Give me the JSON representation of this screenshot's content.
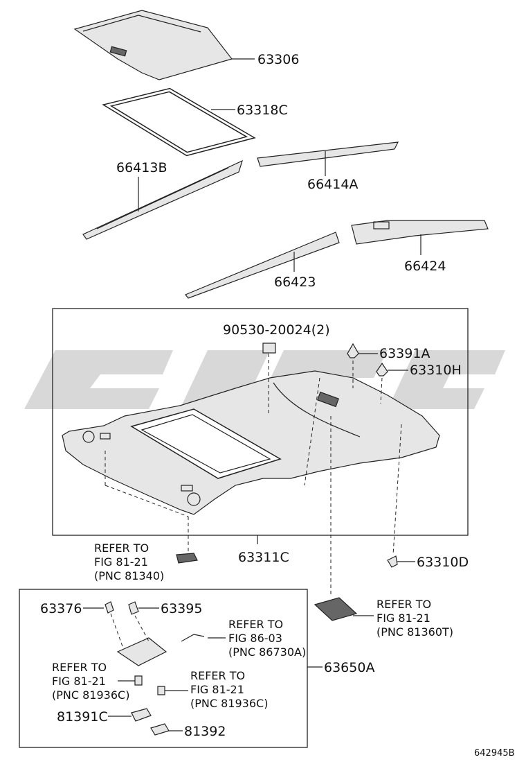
{
  "labels": {
    "p63306": "63306",
    "p63318C": "63318C",
    "p66413B": "66413B",
    "p66414A": "66414A",
    "p66423": "66423",
    "p66424": "66424",
    "p90530": "90530-20024(2)",
    "p63391A": "63391A",
    "p63310H": "63310H",
    "p63311C": "63311C",
    "p63310D": "63310D",
    "p63376": "63376",
    "p63395": "63395",
    "p63650A": "63650A",
    "p81391C": "81391C",
    "p81392": "81392"
  },
  "refs": {
    "r1": [
      "REFER TO",
      "FIG 81-21",
      "(PNC 81340)"
    ],
    "r2": [
      "REFER TO",
      "FIG 81-21",
      "(PNC 81360T)"
    ],
    "r3": [
      "REFER TO",
      "FIG 86-03",
      "(PNC 86730A)"
    ],
    "r4": [
      "REFER TO",
      "FIG 81-21",
      "(PNC 81936C)"
    ],
    "r5": [
      "REFER TO",
      "FIG 81-21",
      "(PNC 81936C)"
    ]
  },
  "figure_id": "642945B",
  "watermark_text": "",
  "colors": {
    "watermark": "#cfcfcf",
    "line": "#222222"
  }
}
